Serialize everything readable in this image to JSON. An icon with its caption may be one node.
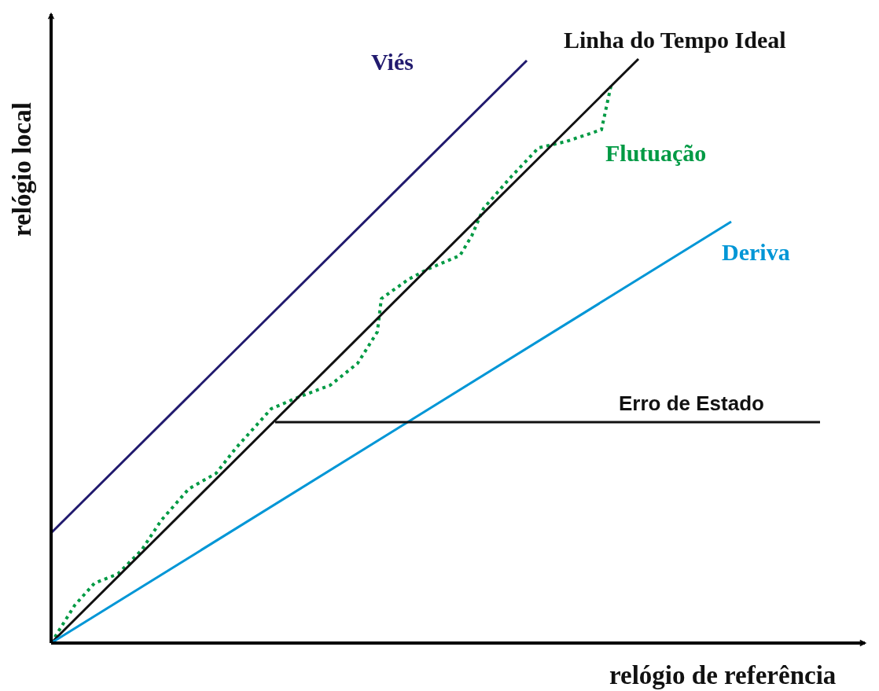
{
  "diagram": {
    "labels": [
      "Viés",
      "Linha do Tempo Ideal",
      "Flutuação",
      "Deriva",
      "Erro de Estado",
      "relógio local",
      "relógio de referência"
    ]
  }
}
